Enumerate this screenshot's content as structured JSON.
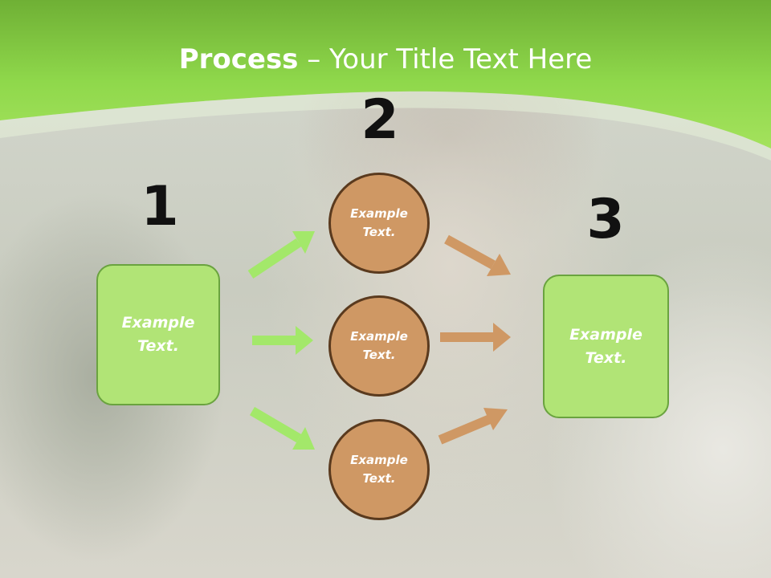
{
  "title": {
    "bold": "Process",
    "rest": " – Your Title Text Here"
  },
  "steps": {
    "num1": "1",
    "num2": "2",
    "num3": "3"
  },
  "box1": {
    "text": "Example Text."
  },
  "box3": {
    "text": "Example Text."
  },
  "circles": [
    {
      "text": "Example Text."
    },
    {
      "text": "Example Text."
    },
    {
      "text": "Example Text."
    }
  ],
  "colors": {
    "header_green": "#8ed84a",
    "box_fill": "#b1e476",
    "box_border": "#6aa33f",
    "circle_fill": "#cf9864",
    "circle_border": "#5a3a1e",
    "green_arrow": "#a3e86a",
    "brown_arrow": "#cf9864"
  }
}
